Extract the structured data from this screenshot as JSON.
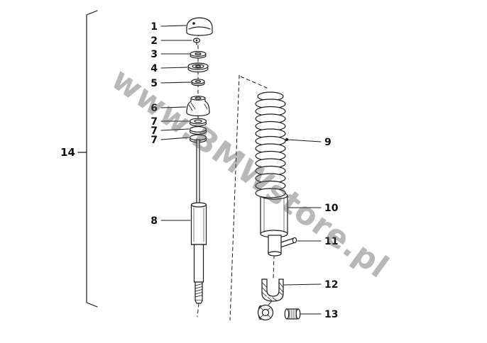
{
  "figure": {
    "watermark": "www.BMWstore.pl"
  },
  "colors": {
    "background": "#ffffff",
    "line": "#1a1a1a",
    "watermark": "#555555"
  },
  "callouts": {
    "n1": "1",
    "n2": "2",
    "n3": "3",
    "n4": "4",
    "n5": "5",
    "n6": "6",
    "n7a": "7",
    "n7b": "7",
    "n7c": "7",
    "n8": "8",
    "n9": "9",
    "n10": "10",
    "n11": "11",
    "n12": "12",
    "n13": "13",
    "n14": "14"
  }
}
